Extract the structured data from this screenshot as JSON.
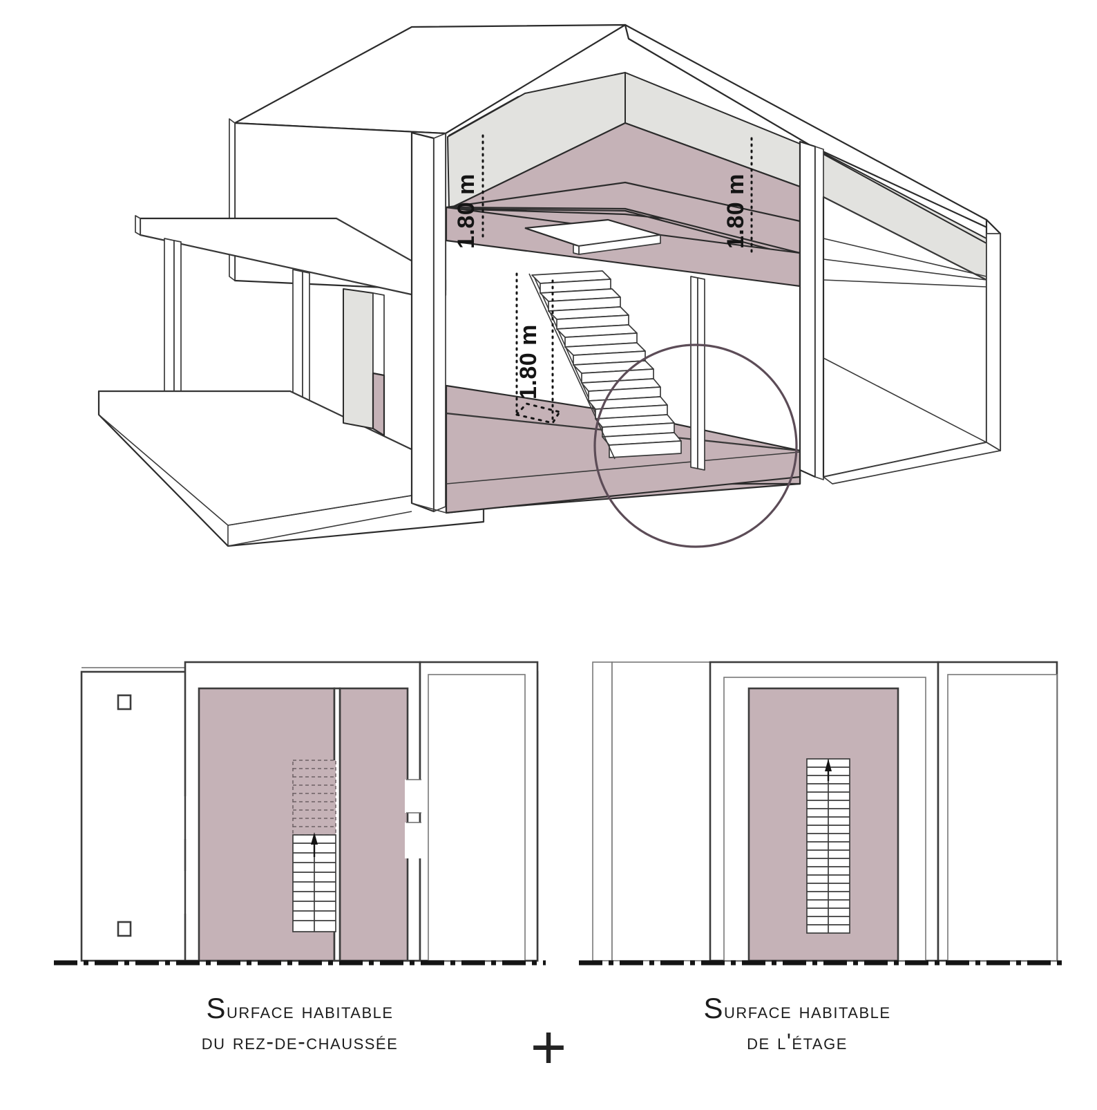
{
  "figure": {
    "title_absent": true,
    "colors": {
      "habitable_fill": "#c5b2b7",
      "attic_grey_fill": "#e2e2df",
      "line": "#2b2b2b",
      "thin_line": "#4a4a4a",
      "circle_highlight": "#5c4c57",
      "text": "#1c1c1c",
      "background": "#ffffff"
    }
  },
  "perspective": {
    "name": "axonometric-house-section",
    "dimension_labels": [
      {
        "id": "attic-left",
        "text": "1.80 m"
      },
      {
        "id": "attic-right",
        "text": "1.80 m"
      },
      {
        "id": "ground-under-stairs",
        "text": "1.80 m"
      }
    ],
    "highlight_circle": {
      "label": "zone-sous-escalier"
    },
    "elements": [
      "toiture-a-deux-pans",
      "terrasse-couverte",
      "poteaux-terrasse",
      "dalle-terrasse",
      "plancher-etage",
      "tremie-escalier",
      "escalier",
      "pignon-vitre",
      "volume-annexe-droite"
    ]
  },
  "plans": [
    {
      "id": "plan-rez-de-chaussee",
      "caption_line1": "Surface habitable",
      "caption_line2": "du rez-de-chaussée",
      "caption_first_letter": "S",
      "caption_line1_rest": "urface habitable",
      "stair": {
        "solid_steps": 11,
        "dashed_steps": 9,
        "arrow": "up-arrow"
      },
      "columns": 2,
      "shaded_zones": 2
    },
    {
      "id": "plan-etage",
      "caption_line1": "Surface habitable",
      "caption_line2": "de l'étage",
      "caption_first_letter": "S",
      "caption_line1_rest": "urface habitable",
      "stair": {
        "solid_steps": 20,
        "dashed_steps": 0,
        "arrow": "up-arrow"
      },
      "columns": 0,
      "shaded_zones": 1
    }
  ],
  "operator": {
    "symbol": "+",
    "name": "plus-sign"
  }
}
